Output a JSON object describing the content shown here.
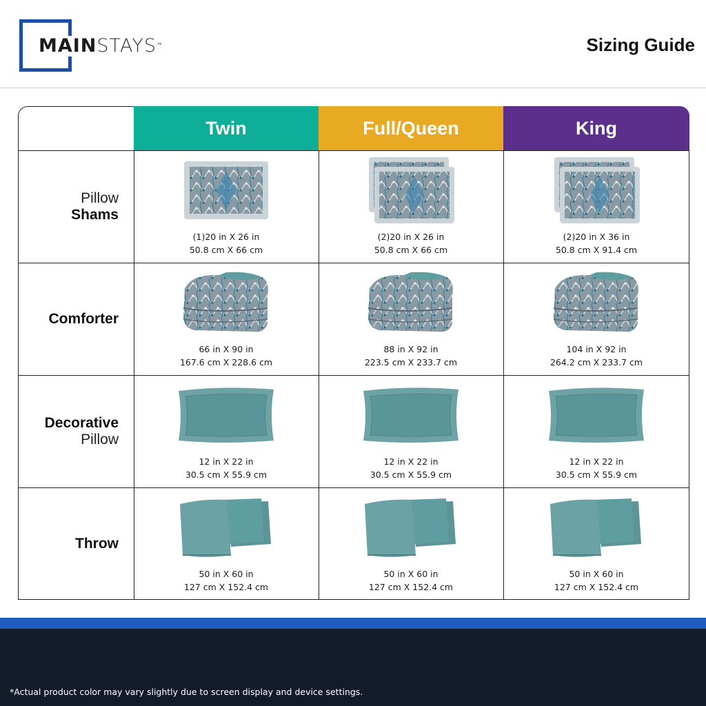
{
  "brand": {
    "logo_main": "MAIN",
    "logo_rest": "STAYS",
    "trademark": "™",
    "accent": "#1a4ea8"
  },
  "title": "Sizing Guide",
  "columns": [
    {
      "label": "Twin",
      "color": "#0fae98"
    },
    {
      "label": "Full/Queen",
      "color": "#e8aa23"
    },
    {
      "label": "King",
      "color": "#5b2f8b"
    }
  ],
  "rows": [
    {
      "label_normal_top": "Pillow",
      "label_bold": "Shams",
      "label_normal_bottom": "",
      "icon": "pillow-sham-icon",
      "cells": [
        {
          "line1": "(1)20 in X 26 in",
          "line2": "50.8 cm X 66 cm"
        },
        {
          "line1": "(2)20 in X 26 in",
          "line2": "50.8 cm X 66 cm"
        },
        {
          "line1": "(2)20 in X 36 in",
          "line2": "50.8 cm X 91.4 cm"
        }
      ]
    },
    {
      "label_normal_top": "",
      "label_bold": "Comforter",
      "label_normal_bottom": "",
      "icon": "comforter-icon",
      "cells": [
        {
          "line1": "66 in X 90 in",
          "line2": "167.6 cm X 228.6 cm"
        },
        {
          "line1": "88 in X 92 in",
          "line2": "223.5 cm X 233.7 cm"
        },
        {
          "line1": "104 in X 92 in",
          "line2": "264.2 cm X 233.7 cm"
        }
      ]
    },
    {
      "label_normal_top": "",
      "label_bold": "Decorative",
      "label_normal_bottom": "Pillow",
      "icon": "decorative-pillow-icon",
      "cells": [
        {
          "line1": "12 in X 22 in",
          "line2": "30.5 cm X 55.9 cm"
        },
        {
          "line1": "12 in X 22 in",
          "line2": "30.5 cm X 55.9 cm"
        },
        {
          "line1": "12 in X 22 in",
          "line2": "30.5 cm X 55.9 cm"
        }
      ]
    },
    {
      "label_normal_top": "",
      "label_bold": "Throw",
      "label_normal_bottom": "",
      "icon": "throw-blanket-icon",
      "cells": [
        {
          "line1": "50 in X 60 in",
          "line2": "127 cm X 152.4 cm"
        },
        {
          "line1": "50 in X 60 in",
          "line2": "127 cm X 152.4 cm"
        },
        {
          "line1": "50 in X 60 in",
          "line2": "127 cm X 152.4 cm"
        }
      ]
    }
  ],
  "disclaimer": "*Actual product color may vary slightly due to screen display and device settings.",
  "colors": {
    "teal_product": "#5f9ea0",
    "footer_blue": "#1f5bbd",
    "footer_dark": "#131a29"
  }
}
